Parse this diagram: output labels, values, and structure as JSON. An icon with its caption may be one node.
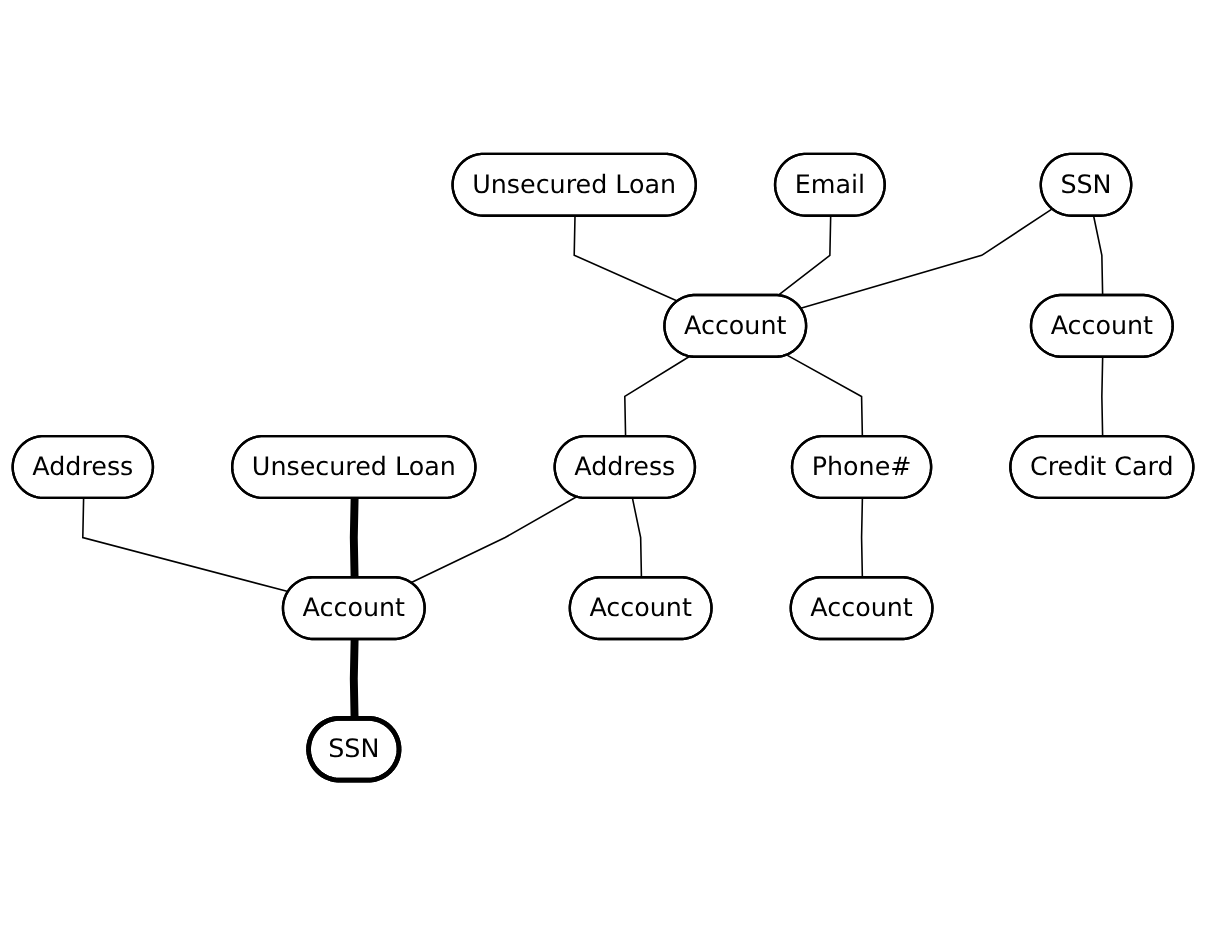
{
  "diagram": {
    "nodes": [
      {
        "text": [
          "Unsecured Loan"
        ]
      },
      {
        "text": [
          "Email"
        ]
      },
      {
        "text": [
          "SSN"
        ]
      },
      {
        "text": [
          "Account"
        ]
      },
      {
        "text": [
          "Account"
        ]
      },
      {
        "text": [
          "Address"
        ]
      },
      {
        "text": [
          "Unsecured Loan"
        ]
      },
      {
        "text": [
          "Address"
        ]
      },
      {
        "text": [
          "Phone#"
        ]
      },
      {
        "text": [
          "Credit Card"
        ]
      },
      {
        "text": [
          "Account"
        ]
      },
      {
        "text": [
          "Account"
        ]
      },
      {
        "text": [
          "Account"
        ]
      },
      {
        "text": [
          "SSN"
        ]
      }
    ],
    "edges": [
      {
        "from": 0,
        "to": 3,
        "arrow": "none"
      },
      {
        "from": 1,
        "to": 3,
        "arrow": "none"
      },
      {
        "from": 2,
        "to": 3,
        "arrow": "none"
      },
      {
        "from": 2,
        "to": 4,
        "arrow": "none"
      },
      {
        "from": 3,
        "to": 7,
        "arrow": "none"
      },
      {
        "from": 3,
        "to": 8,
        "arrow": "none"
      },
      {
        "from": 4,
        "to": 9,
        "arrow": "none"
      },
      {
        "from": 5,
        "to": 10,
        "arrow": "none"
      },
      {
        "from": 6,
        "to": 10,
        "arrow": "none",
        "style": "thick"
      },
      {
        "from": 7,
        "to": 10,
        "arrow": "none"
      },
      {
        "from": 7,
        "to": 12,
        "arrow": "none"
      },
      {
        "from": 8,
        "to": 11,
        "arrow": "none"
      },
      {
        "from": 10,
        "to": 13,
        "arrow": "none",
        "style": "thick"
      }
    ]
  }
}
